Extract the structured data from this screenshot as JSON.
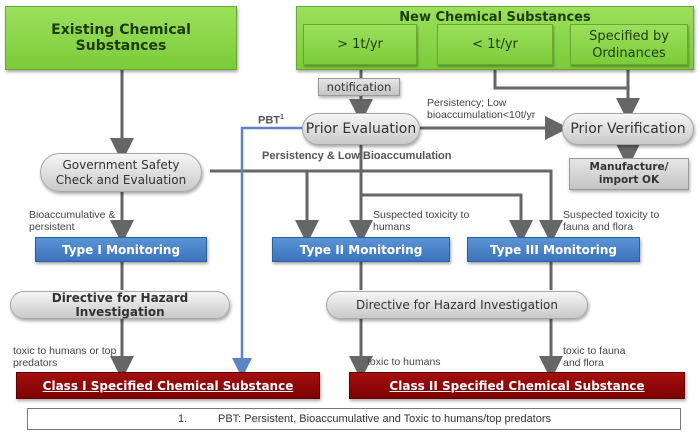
{
  "existing": {
    "title": "Existing Chemical Substances"
  },
  "new_substances": {
    "title": "New Chemical Substances",
    "categories": [
      {
        "label": "> 1t/yr"
      },
      {
        "label": "< 1t/yr"
      },
      {
        "label": "Specified by Ordinances"
      }
    ]
  },
  "notification": "notification",
  "prior_evaluation": "Prior Evaluation",
  "prior_verification": "Prior Verification",
  "manufacture_ok": "Manufacture/ import OK",
  "gov_check": "Government Safety Check and Evaluation",
  "monitoring": {
    "type1": "Type I Monitoring",
    "type2": "Type II Monitoring",
    "type3": "Type III Monitoring"
  },
  "directive": {
    "left": "Directive for Hazard Investigation",
    "right": "Directive for Hazard Investigation"
  },
  "classes": {
    "class1": "Class I Specified Chemical Substance",
    "class2": "Class II Specified Chemical Substance"
  },
  "labels": {
    "pbt": "PBT",
    "pbt_sup": "1",
    "persistency_low": "Persistency; Low bioaccumulation<10t/yr",
    "persistency_low_bioacc": "Persistency & Low Bioaccumulation",
    "bioacc_persistent": "Bioaccumulative & persistent",
    "susp_humans": "Suspected toxicity to humans",
    "susp_fauna": "Suspected toxicity to fauna and flora",
    "toxic_humans_pred": "toxic to humans or top predators",
    "toxic_humans": "toxic to humans",
    "toxic_fauna": "toxic to fauna and flora"
  },
  "footnote": {
    "number": "1.",
    "text": "PBT: Persistent, Bioaccumulative and Toxic to humans/top predators"
  }
}
